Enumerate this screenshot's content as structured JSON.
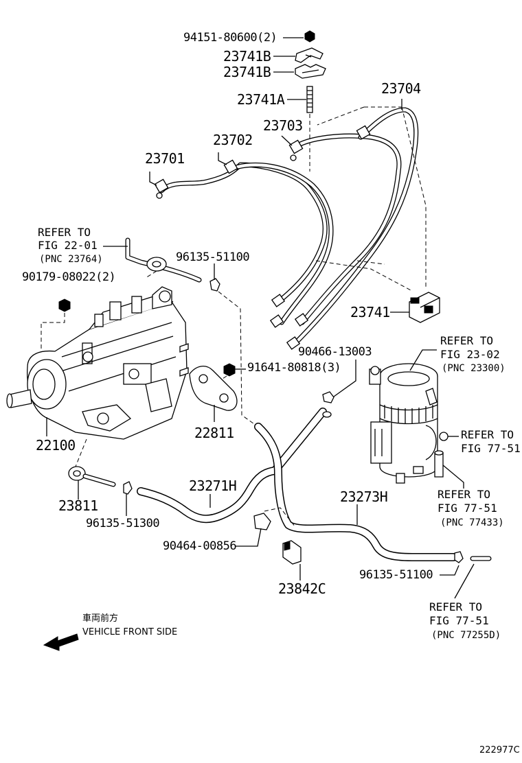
{
  "diagram": {
    "figure_code": "222977C",
    "direction": {
      "label_jp": "車両前方",
      "label_en": "VEHICLE FRONT SIDE"
    },
    "parts": [
      {
        "id": "p1",
        "text": "94151-80600(2)"
      },
      {
        "id": "p2",
        "text": "23741B"
      },
      {
        "id": "p3",
        "text": "23741B"
      },
      {
        "id": "p4",
        "text": "23741A"
      },
      {
        "id": "p5",
        "text": "23704"
      },
      {
        "id": "p6",
        "text": "23703"
      },
      {
        "id": "p7",
        "text": "23702"
      },
      {
        "id": "p8",
        "text": "23701"
      },
      {
        "id": "p9",
        "text": "96135-51100"
      },
      {
        "id": "p10",
        "text": "90179-08022(2)"
      },
      {
        "id": "p11",
        "text": "23741"
      },
      {
        "id": "p12",
        "text": "90466-13003"
      },
      {
        "id": "p13",
        "text": "91641-80818(3)"
      },
      {
        "id": "p14",
        "text": "22811"
      },
      {
        "id": "p15",
        "text": "22100"
      },
      {
        "id": "p16",
        "text": "23271H"
      },
      {
        "id": "p17",
        "text": "23273H"
      },
      {
        "id": "p18",
        "text": "23811"
      },
      {
        "id": "p19",
        "text": "96135-51300"
      },
      {
        "id": "p20",
        "text": "90464-00856"
      },
      {
        "id": "p21",
        "text": "96135-51100"
      },
      {
        "id": "p22",
        "text": "23842C"
      }
    ],
    "references": [
      {
        "id": "r1",
        "line1": "REFER TO",
        "line2": "FIG 22-01",
        "line3": "(PNC 23764)"
      },
      {
        "id": "r2",
        "line1": "REFER TO",
        "line2": "FIG 23-02",
        "line3": "(PNC 23300)"
      },
      {
        "id": "r3",
        "line1": "REFER TO",
        "line2": "FIG 77-51",
        "line3": ""
      },
      {
        "id": "r4",
        "line1": "REFER TO",
        "line2": "FIG 77-51",
        "line3": "(PNC 77433)"
      },
      {
        "id": "r5",
        "line1": "REFER TO",
        "line2": "FIG 77-51",
        "line3": "(PNC 77255D)"
      }
    ]
  }
}
